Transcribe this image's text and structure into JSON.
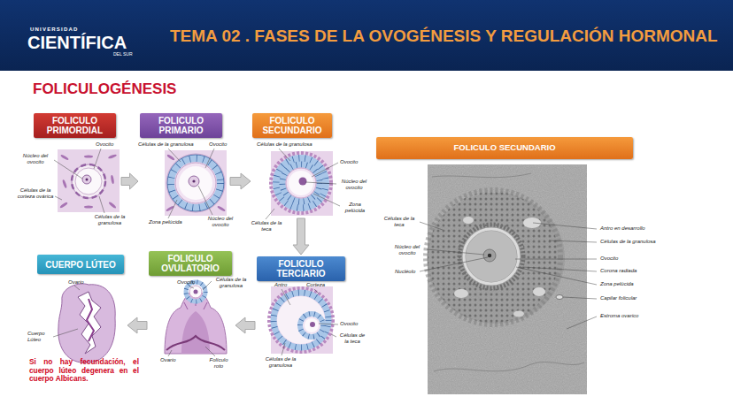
{
  "diagram": {
    "title": "TEMA 02 . FASES DE LA OVOGÉNESIS Y REGULACIÓN HORMONAL",
    "nodes": [
      {
        "text": [
          "FOLICULO PRIMORDIAL"
        ]
      },
      {
        "text": [
          "FOLICULO PRIMARIO"
        ]
      },
      {
        "text": [
          "FOLICULO SECUNDARIO"
        ]
      },
      {
        "text": [
          "FOLICULO TERCIARIO"
        ]
      },
      {
        "text": [
          "FOLICULO OVULATORIO"
        ]
      },
      {
        "text": [
          "CUERPO LÚTEO"
        ]
      },
      {
        "text": [
          "FOLICULO SECUNDARIO"
        ]
      }
    ],
    "edges": [
      {
        "from": 0,
        "to": 1,
        "arrow": "to"
      },
      {
        "from": 1,
        "to": 2,
        "arrow": "to"
      },
      {
        "from": 2,
        "to": 3,
        "arrow": "to"
      },
      {
        "from": 3,
        "to": 4,
        "arrow": "to"
      },
      {
        "from": 4,
        "to": 5,
        "arrow": "to"
      }
    ],
    "labels": [
      "UNIVERSIDAD",
      "CIENTÍFICA",
      "DEL SUR",
      "FOLICULOGÉNESIS",
      "Ovocito",
      "Núcleo del ovocito",
      "Células de la corteza ovárica",
      "Células de la granulosa",
      "Células de la granulosa",
      "Ovocito",
      "Zona pelúcida",
      "Núcleo del ovocito",
      "Células de la granulosa",
      "Ovocito",
      "Núcleo del ovocito",
      "Zona pelúcida",
      "Células de la teca",
      "Antro",
      "Corteza",
      "Ovocito",
      "Células de la teca",
      "Células de la granulosa",
      "Ovocito",
      "Células de la granulosa",
      "Ovario",
      "Folículo roto",
      "Ovario",
      "Cuerpo Lúteo",
      "Si no hay fecundación, el cuerpo lúteo degenera en el cuerpo Albicans.",
      "Células de la teca",
      "Núcleo del ovocito",
      "Nucléolo",
      "Antro en desarrollo",
      "Células de la granulosa",
      "Ovocito",
      "Corona radiada",
      "Zona pelúcida",
      "Capilar folicular",
      "Estroma ovarico"
    ]
  }
}
